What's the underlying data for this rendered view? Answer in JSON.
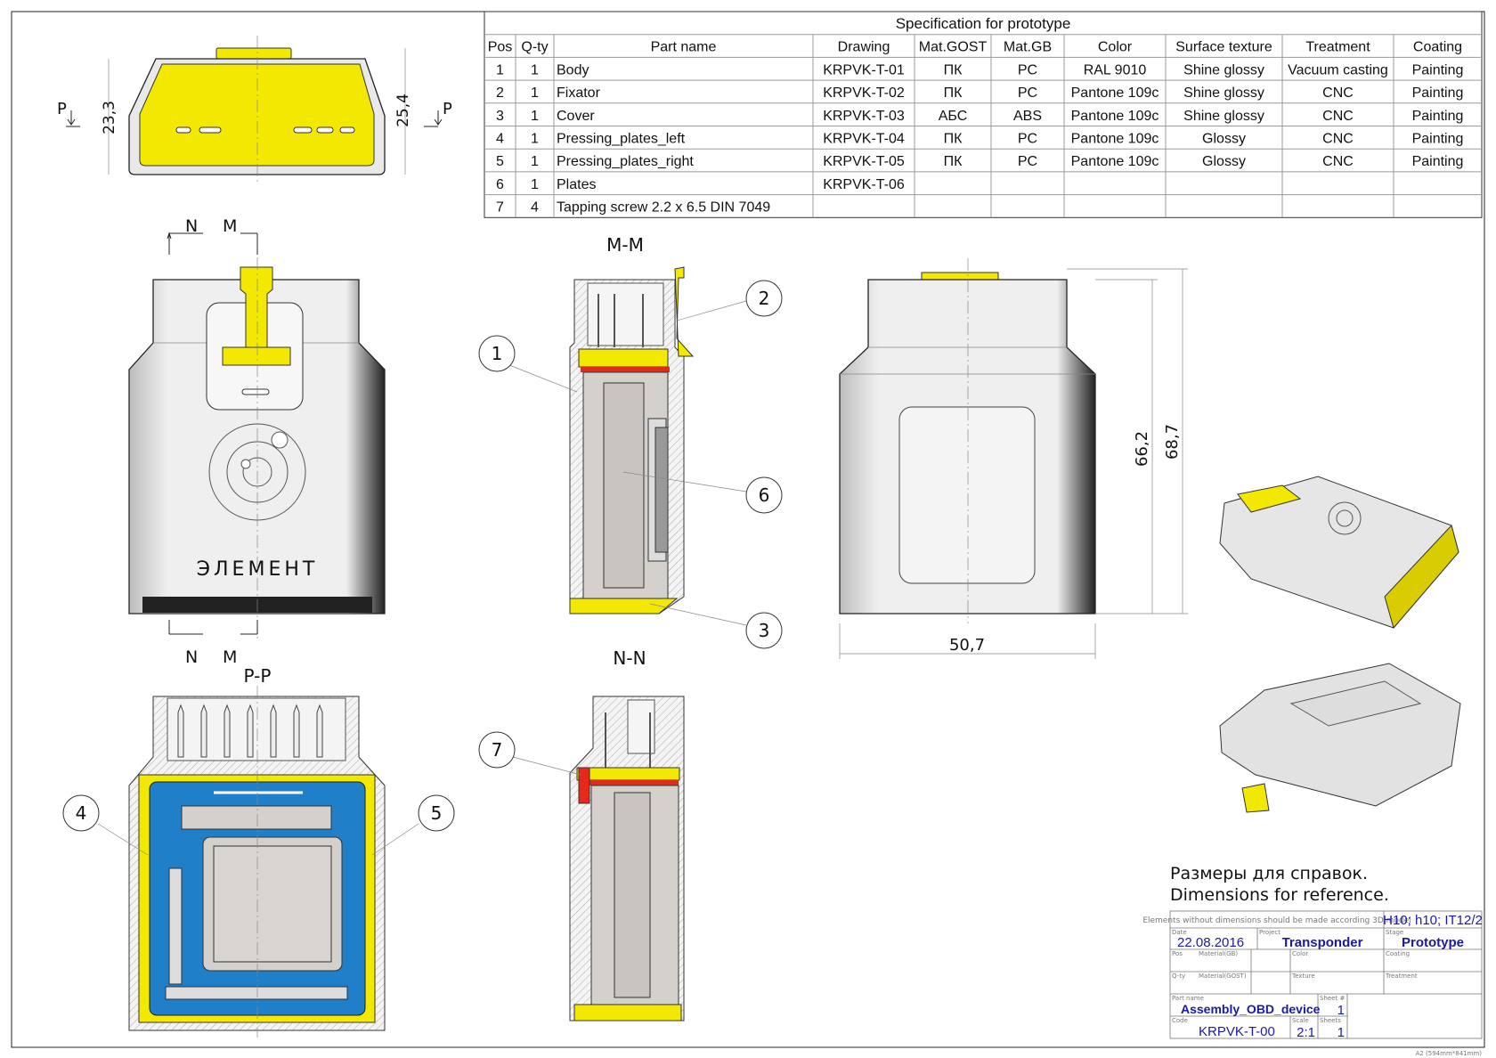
{
  "spec": {
    "title": "Specification for prototype",
    "headers": [
      "Pos",
      "Q-ty",
      "Part name",
      "Drawing",
      "Mat.GOST",
      "Mat.GB",
      "Color",
      "Surface texture",
      "Treatment",
      "Coating"
    ],
    "rows": [
      [
        "1",
        "1",
        "Body",
        "KRPVK-T-01",
        "ПК",
        "PC",
        "RAL 9010",
        "Shine glossy",
        "Vacuum casting",
        "Painting"
      ],
      [
        "2",
        "1",
        "Fixator",
        "KRPVK-T-02",
        "ПК",
        "PC",
        "Pantone 109c",
        "Shine glossy",
        "CNC",
        "Painting"
      ],
      [
        "3",
        "1",
        "Cover",
        "KRPVK-T-03",
        "АБС",
        "ABS",
        "Pantone 109c",
        "Shine glossy",
        "CNC",
        "Painting"
      ],
      [
        "4",
        "1",
        "Pressing_plates_left",
        "KRPVK-T-04",
        "ПК",
        "PC",
        "Pantone 109c",
        "Glossy",
        "CNC",
        "Painting"
      ],
      [
        "5",
        "1",
        "Pressing_plates_right",
        "KRPVK-T-05",
        "ПК",
        "PC",
        "Pantone 109c",
        "Glossy",
        "CNC",
        "Painting"
      ],
      [
        "6",
        "1",
        "Plates",
        "KRPVK-T-06",
        "",
        "",
        "",
        "",
        "",
        ""
      ],
      [
        "7",
        "4",
        "Tapping screw 2.2 x 6.5  DIN 7049",
        "",
        "",
        "",
        "",
        "",
        "",
        ""
      ]
    ]
  },
  "views": {
    "top": {
      "dim_left": "23,3",
      "dim_right": "25,4",
      "cut_label": "P"
    },
    "front": {
      "cut_n": "N",
      "cut_m": "M",
      "brand": "ЭЛЕМЕНТ"
    },
    "section_pp": {
      "title": "P-P"
    },
    "section_mm": {
      "title": "M-M"
    },
    "section_nn": {
      "title": "N-N"
    },
    "side": {
      "dim_height_inner": "66,2",
      "dim_height_outer": "68,7",
      "dim_width": "50,7"
    },
    "balloons": [
      "1",
      "2",
      "3",
      "4",
      "5",
      "6",
      "7"
    ]
  },
  "notes": {
    "ru": "Размеры для справок.",
    "en": "Dimensions for reference."
  },
  "title_block": {
    "general_note": "Elements without dimensions should be made according 3D model",
    "tolerance": "H10; h10; IT12/2",
    "date_label": "Date",
    "date": "22.08.2016",
    "project_label": "Project",
    "project": "Transponder",
    "stage_label": "Stage",
    "stage": "Prototype",
    "pos_label": "Pos",
    "material_gb_label": "Material(GB)",
    "color_label": "Color",
    "coating_label": "Coating",
    "qty_label": "Q-ty",
    "material_gost_label": "Material(GOST)",
    "texture_label": "Texture",
    "treatment_label": "Treatment",
    "part_name_label": "Part name",
    "part_name": "Assembly_OBD_device",
    "sheet_no_label": "Sheet #",
    "sheet_no": "1",
    "code_label": "Code",
    "code": "KRPVK-T-00",
    "scale_label": "Scale",
    "scale": "2:1",
    "sheets_label": "Sheets",
    "sheets": "1"
  },
  "format": "A2 (594mm*841mm)",
  "colors": {
    "yellow": "#f3e800",
    "blue": "#1f7fc9",
    "ink": "#1a1aa8"
  }
}
